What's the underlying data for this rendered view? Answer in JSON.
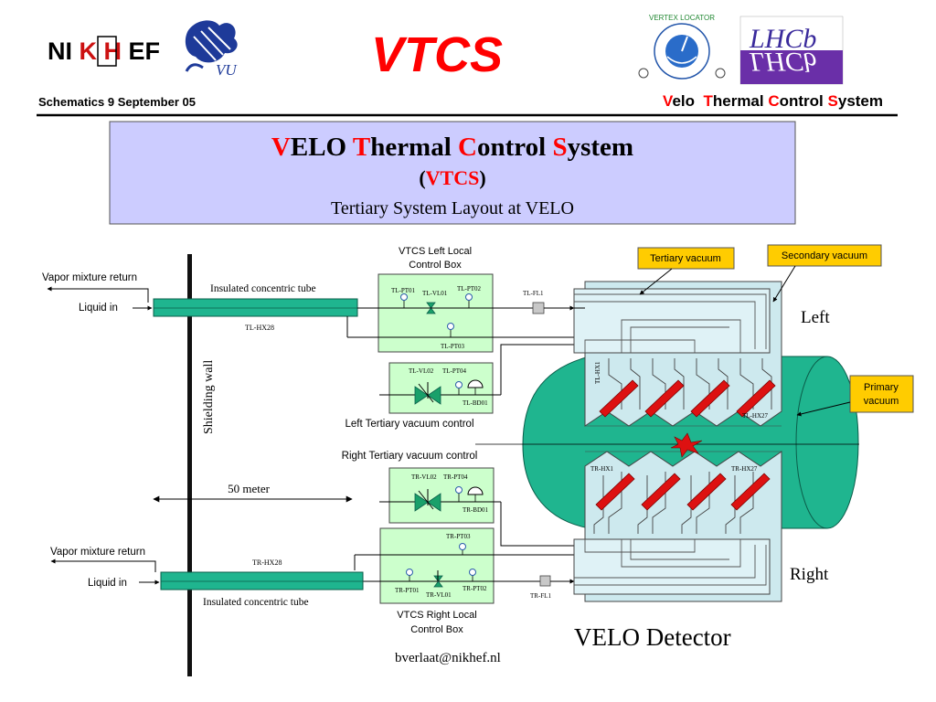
{
  "header": {
    "logo_nikhef": "NIKHEF",
    "logo_nikhef_parts": [
      "NI",
      "K",
      "H",
      "EF"
    ],
    "logo_vu": "VU",
    "title": "VTCS",
    "subtitle_left": "Schematics 9 September 05",
    "subtitle_right": {
      "words": [
        {
          "initial": "V",
          "rest": "elo "
        },
        {
          "initial": "T",
          "rest": "hermal "
        },
        {
          "initial": "C",
          "rest": "ontrol "
        },
        {
          "initial": "S",
          "rest": "ystem"
        }
      ]
    },
    "logo_vertex_locator": "VERTEX LOCATOR",
    "logo_lhcb": "LHCb"
  },
  "title_box": {
    "line1": {
      "words": [
        {
          "initial": "V",
          "rest": "ELO "
        },
        {
          "initial": "T",
          "rest": "hermal "
        },
        {
          "initial": "C",
          "rest": "ontrol "
        },
        {
          "initial": "S",
          "rest": "ystem"
        }
      ]
    },
    "line2_open": "(",
    "line2_acronym": "VTCS",
    "line2_close": ")",
    "line3": "Tertiary System Layout at VELO"
  },
  "labels": {
    "left_vapor_return": "Vapor mixture return",
    "left_liquid_in": "Liquid in",
    "left_tube": "Insulated concentric tube",
    "left_hx": "TL-HX28",
    "shielding_wall": "Shielding wall",
    "distance": "50 meter",
    "right_vapor_return": "Vapor mixture return",
    "right_liquid_in": "Liquid in",
    "right_tube": "Insulated concentric tube",
    "right_hx": "TR-HX28",
    "left_box_title": [
      "VTCS Left Local",
      "Control Box"
    ],
    "right_box_title": [
      "VTCS Right Local",
      "Control Box"
    ],
    "left_vac_title": "Left Tertiary vacuum control",
    "right_vac_title": "Right Tertiary vacuum control",
    "tl_pt01": "TL-PT01",
    "tl_vl01": "TL-VL01",
    "tl_pt02": "TL-PT02",
    "tl_pt03": "TL-PT03",
    "tl_fl1": "TL-FL1",
    "tl_vl02": "TL-VL02",
    "tl_pt04": "TL-PT04",
    "tl_bd01": "TL-BD01",
    "tr_vl02": "TR-VL02",
    "tr_pt04": "TR-PT04",
    "tr_bd01": "TR-BD01",
    "tr_pt03": "TR-PT03",
    "tr_pt01": "TR-PT01",
    "tr_vl01": "TR-VL01",
    "tr_pt02": "TR-PT02",
    "tr_fl1": "TR-FL1",
    "tl_hx1": "TL-HX1",
    "tl_hx27": "TL-HX27",
    "tr_hx1": "TR-HX1",
    "tr_hx27": "TR-HX27",
    "tertiary_vacuum": "Tertiary vacuum",
    "secondary_vacuum": "Secondary vacuum",
    "primary_vacuum": [
      "Primary",
      "vacuum"
    ],
    "left": "Left",
    "right": "Right",
    "velo_detector": "VELO Detector",
    "email": "bverlaat@nikhef.nl"
  },
  "colors": {
    "title_red": "#ff0000",
    "header_line": "#000000",
    "title_box_bg": "#ccccff",
    "tube_fill": "#1fb58f",
    "control_box_bg": "#ccffcc",
    "vessel_bg": "#cde9ee",
    "tank_green": "#1fb58f",
    "callout_bg": "#ffcc00",
    "module_red": "#dd1111",
    "gauge_blue": "#3366cc"
  }
}
